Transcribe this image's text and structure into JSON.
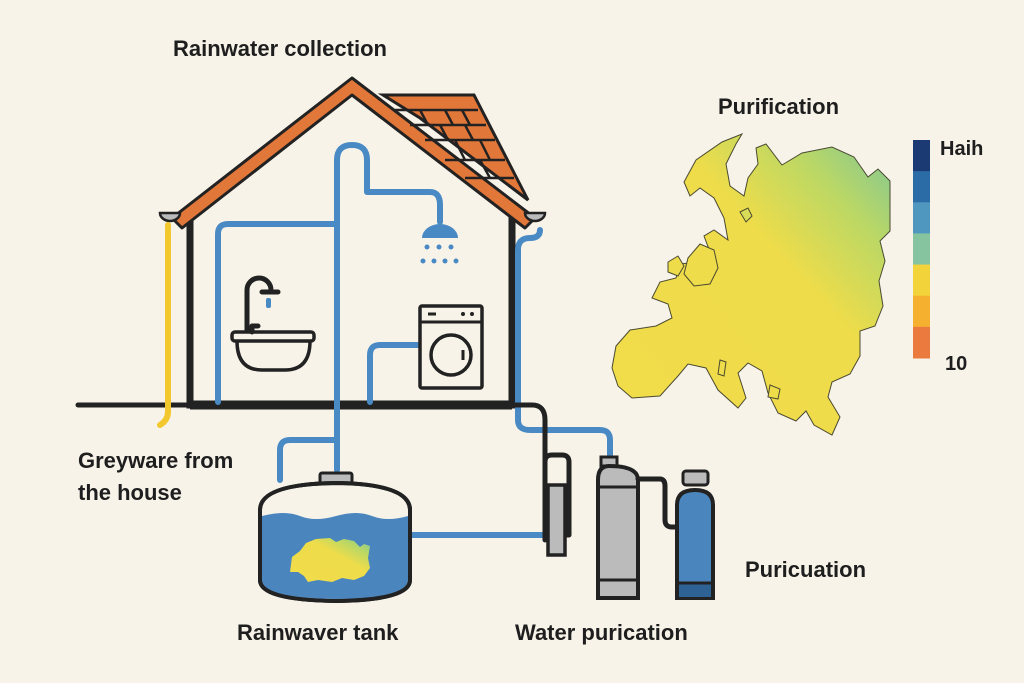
{
  "labels": {
    "title": "Rainwater collection",
    "map_title": "Purification",
    "greyware_line1": "Greyware from",
    "greyware_line2": "the house",
    "tank": "Rainwaver tank",
    "water_purification": "Water purication",
    "purification_side": "Puricuation"
  },
  "legend": {
    "high_label": "Haih",
    "low_label": "10",
    "colors": [
      "#1b3a73",
      "#2b6ca6",
      "#4f97bf",
      "#86c4a0",
      "#f2d33a",
      "#f5b030",
      "#ea7a3e"
    ]
  },
  "colors": {
    "background": "#f8f3e9",
    "roof": "#e2773a",
    "pipe": "#4a8ac4",
    "gutter_pipe": "#f2c82e",
    "water": "#4a86bd"
  }
}
